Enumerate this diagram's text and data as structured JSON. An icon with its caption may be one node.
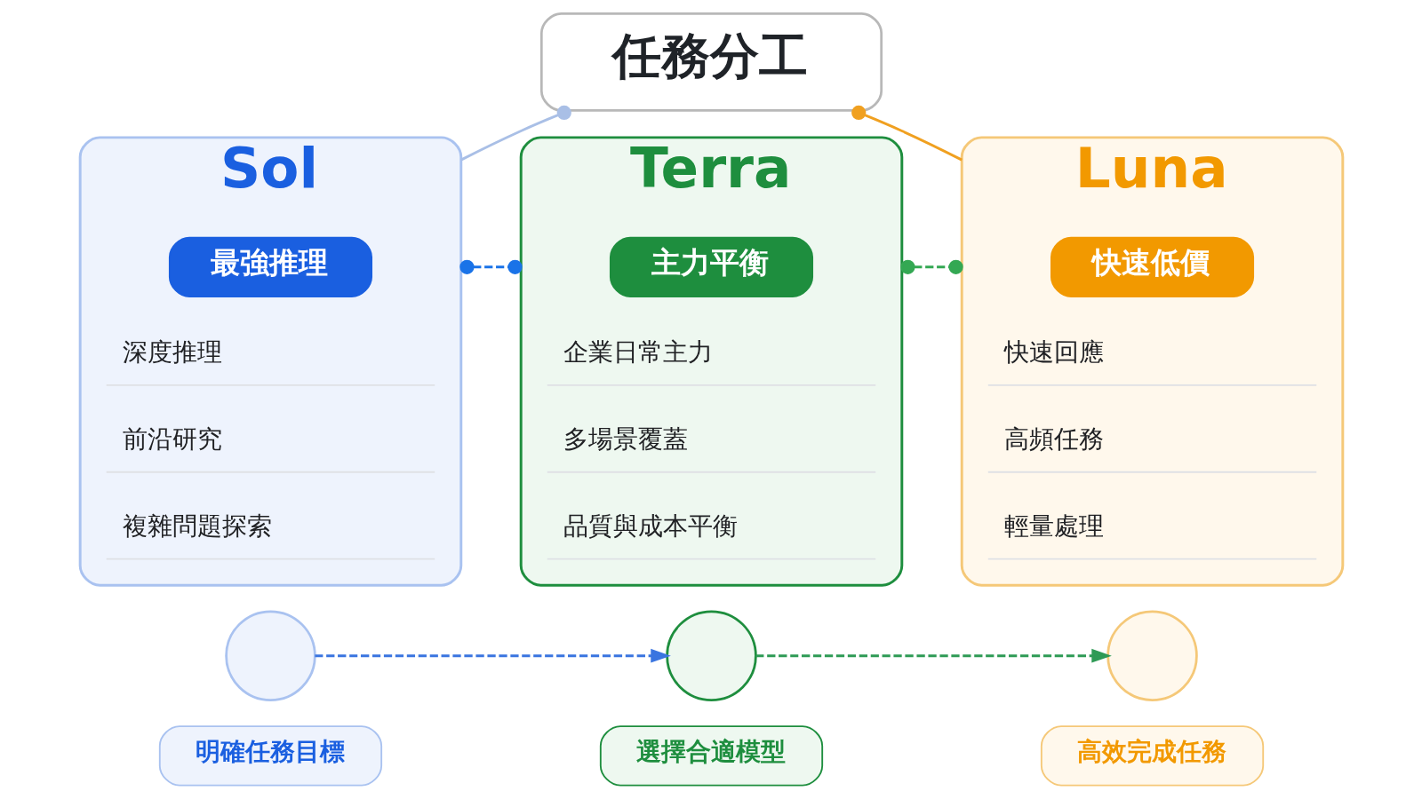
{
  "diagram": {
    "nodes": [
      {
        "text": [
          "任務分工"
        ]
      },
      {
        "text": [
          "Sol"
        ]
      },
      {
        "text": [
          "最強推理"
        ],
        "in": 1
      },
      {
        "text": [
          "深度推理"
        ],
        "in": 1
      },
      {
        "text": [
          "前沿研究"
        ],
        "in": 1
      },
      {
        "text": [
          "複雜問題探索"
        ],
        "in": 1
      },
      {
        "text": [
          "Terra"
        ]
      },
      {
        "text": [
          "主力平衡"
        ],
        "in": 6
      },
      {
        "text": [
          "企業日常主力"
        ],
        "in": 6
      },
      {
        "text": [
          "多場景覆蓋"
        ],
        "in": 6
      },
      {
        "text": [
          "品質與成本平衡"
        ],
        "in": 6
      },
      {
        "text": [
          "Luna"
        ]
      },
      {
        "text": [
          "快速低價"
        ],
        "in": 11
      },
      {
        "text": [
          "快速回應"
        ],
        "in": 11
      },
      {
        "text": [
          "高頻任務"
        ],
        "in": 11
      },
      {
        "text": [
          "輕量處理"
        ],
        "in": 11
      },
      {
        "text": [],
        "shape": "circle"
      },
      {
        "text": [
          "明確任務目標"
        ]
      },
      {
        "text": [],
        "shape": "circle"
      },
      {
        "text": [
          "選擇合適模型"
        ]
      },
      {
        "text": [],
        "shape": "circle"
      },
      {
        "text": [
          "高效完成任務"
        ]
      }
    ],
    "edges": [
      {
        "from": 0,
        "to": 1,
        "arrow": "other",
        "color": "#a9bfe6"
      },
      {
        "from": 0,
        "to": 11,
        "arrow": "other",
        "color": "#f0a020"
      },
      {
        "from": 1,
        "to": 6,
        "arrow": "other",
        "style": "dashed",
        "color": "#1a73e8"
      },
      {
        "from": 6,
        "to": 11,
        "arrow": "other",
        "style": "dashed",
        "color": "#34a853"
      },
      {
        "from": 16,
        "to": 18,
        "arrow": "to",
        "style": "dashed",
        "color": "#3a75e0"
      },
      {
        "from": 18,
        "to": 20,
        "arrow": "to",
        "style": "dashed",
        "color": "#2e9a55"
      }
    ]
  }
}
